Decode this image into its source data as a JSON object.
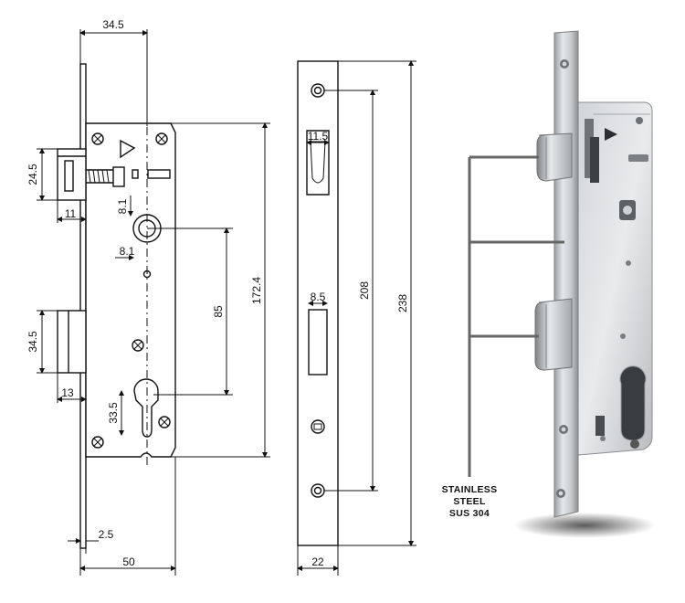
{
  "side_view": {
    "dimensions": {
      "backset": "34.5",
      "latch_height": "24.5",
      "latch_throw": "11",
      "hub_offset_v": "8.1",
      "hub_offset_h": "8.1",
      "hub_to_cylinder": "85",
      "case_height": "172.4",
      "bolt_height": "34.5",
      "bolt_throw": "13",
      "cylinder_size": "33.5",
      "faceplate_thickness": "2.5",
      "overall_depth": "50"
    }
  },
  "front_view": {
    "dimensions": {
      "latch_slot_width": "11.5",
      "bolt_slot_width": "8.5",
      "screw_spacing": "208",
      "plate_height": "238",
      "plate_width": "22"
    }
  },
  "product_photo": {
    "material_callout": [
      "STAINLESS",
      "STEEL",
      "SUS 304"
    ]
  },
  "colors": {
    "line": "#111111",
    "callout_line": "#666666",
    "steel_light": "#d9dbdd",
    "steel_dark": "#8f9396"
  }
}
